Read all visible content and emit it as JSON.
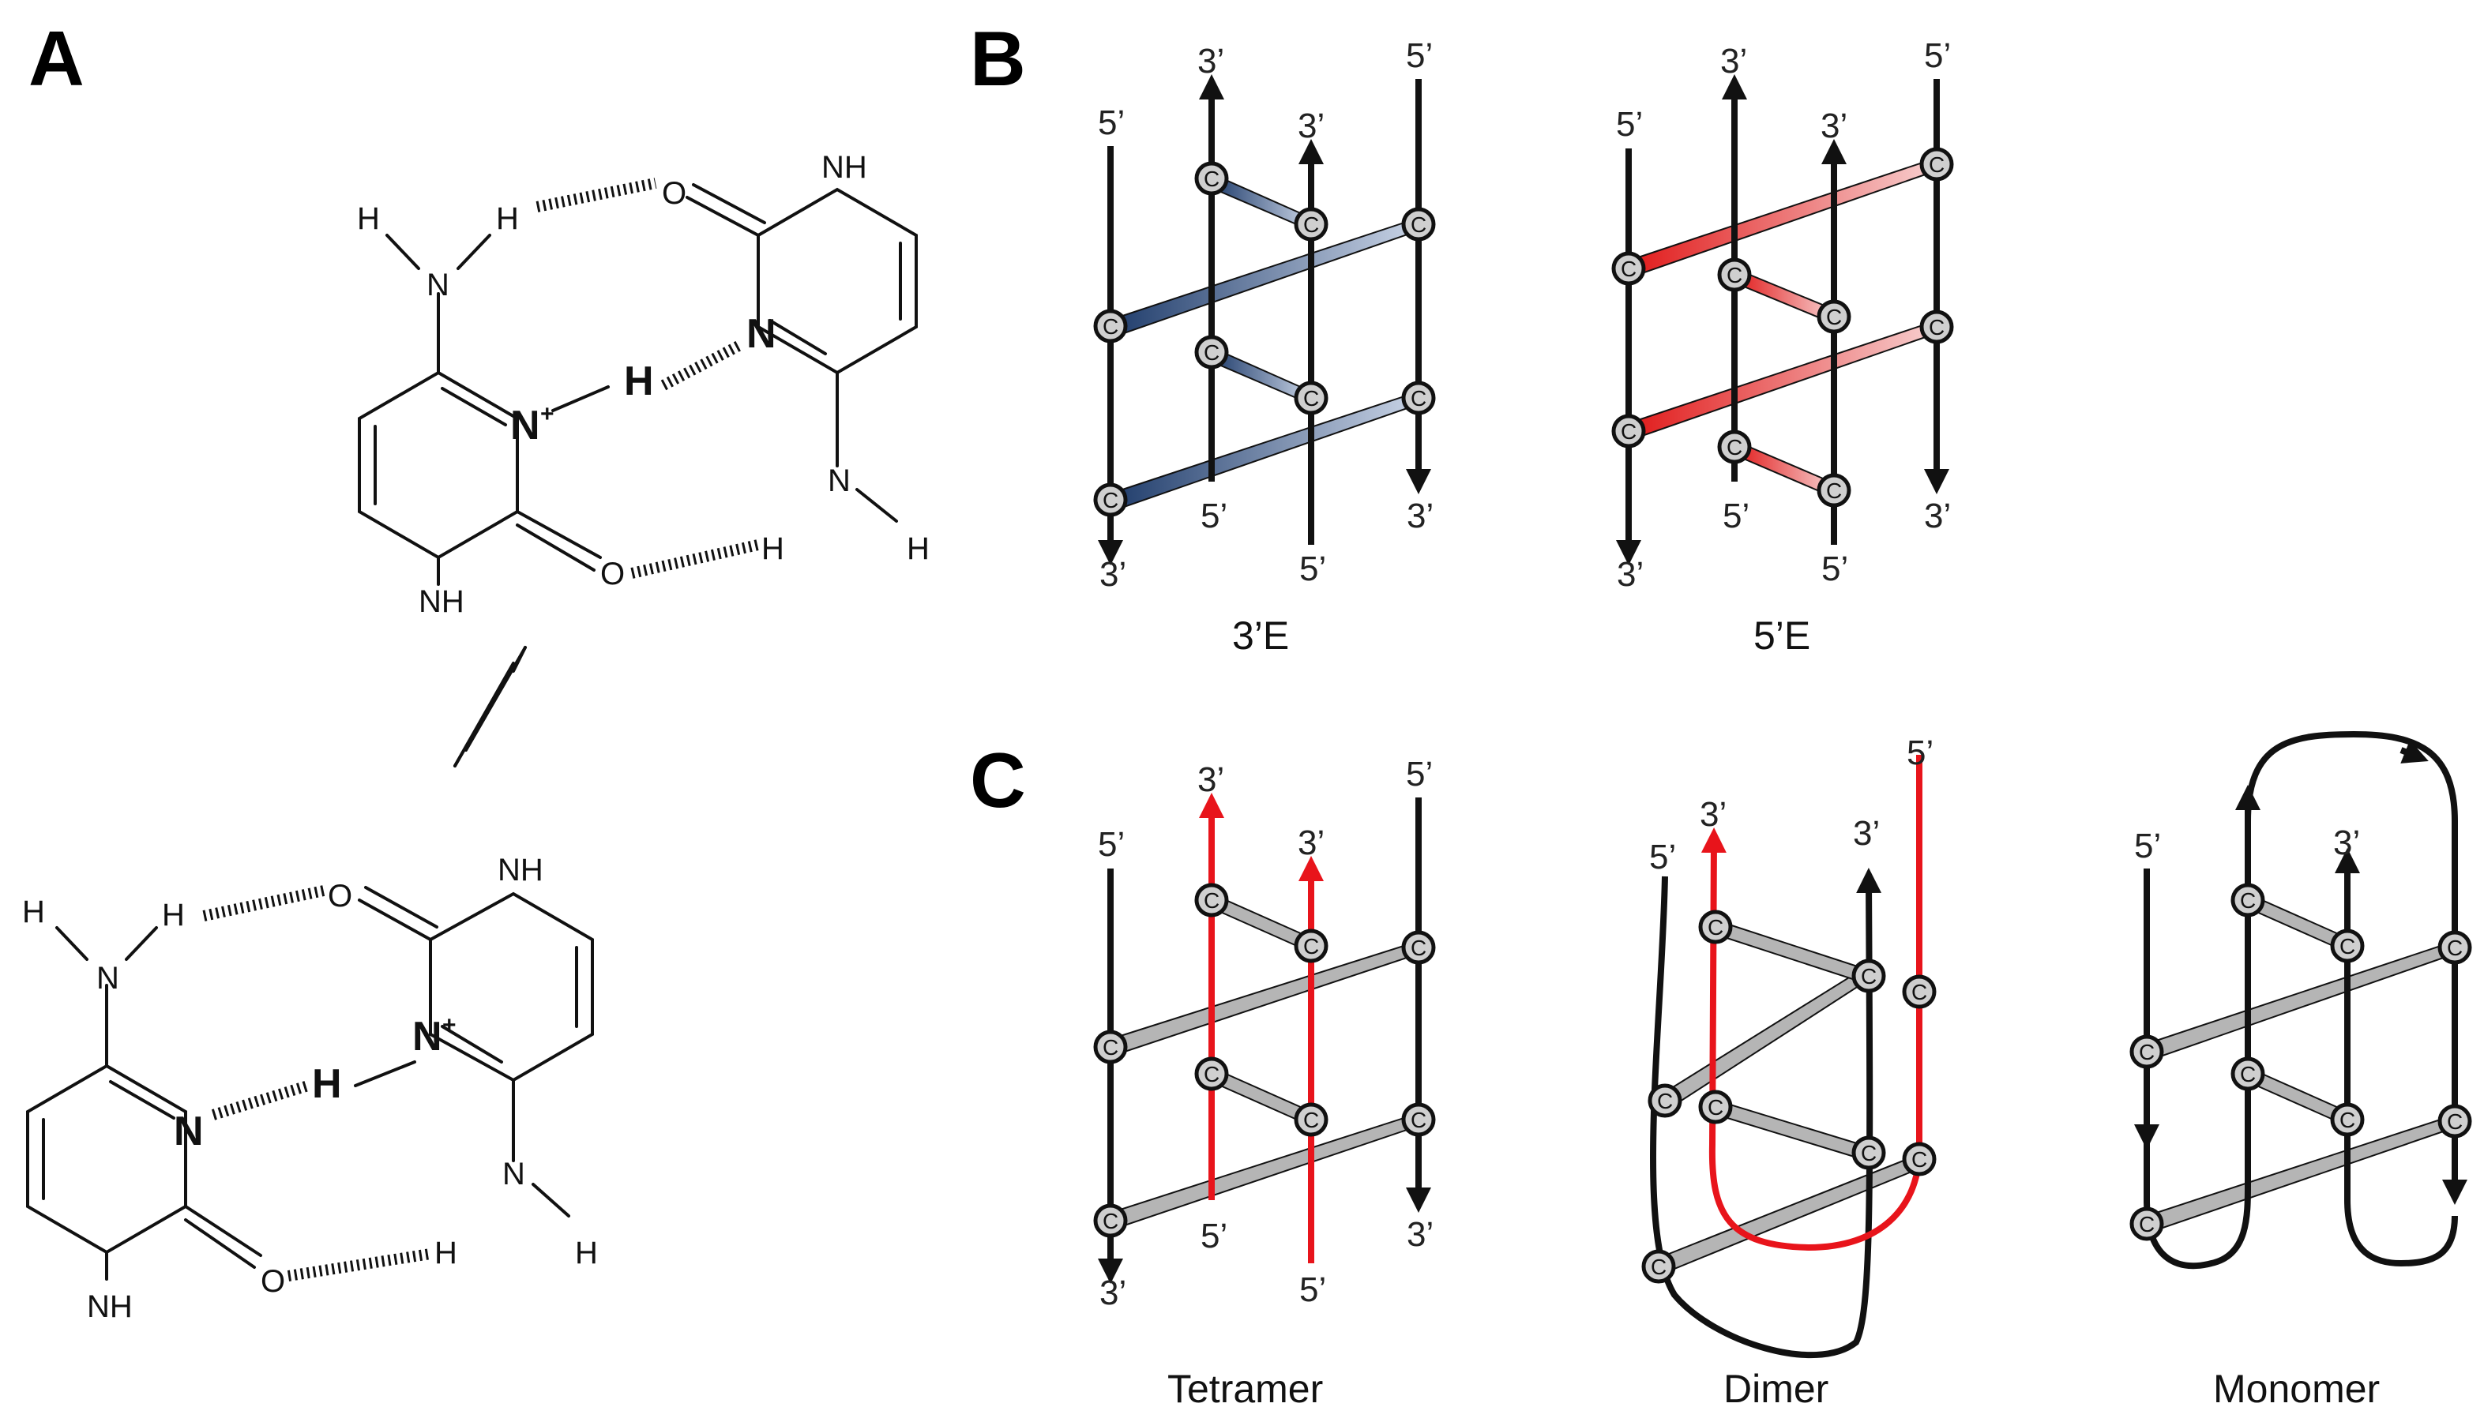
{
  "panels": {
    "a": {
      "letter": "A"
    },
    "b": {
      "letter": "B",
      "topology_1": "3’E",
      "topology_2": "5’E"
    },
    "c": {
      "letter": "C",
      "label_1": "Tetramer",
      "label_2": "Dimer",
      "label_3": "Monomer"
    }
  },
  "chem": {
    "H": "H",
    "N": "N",
    "O": "O",
    "NH": "NH",
    "plus": "+"
  },
  "ends": {
    "three": "3’",
    "five": "5’"
  },
  "base": {
    "C": "C"
  },
  "colors": {
    "strand_black": "#111111",
    "strand_red": "#e8141b",
    "blue_wedge": "#2b4a7a",
    "red_wedge": "#e11a1a",
    "grey_wedge": "#b5b5b5",
    "circle_fill": "#cfcfcf"
  }
}
